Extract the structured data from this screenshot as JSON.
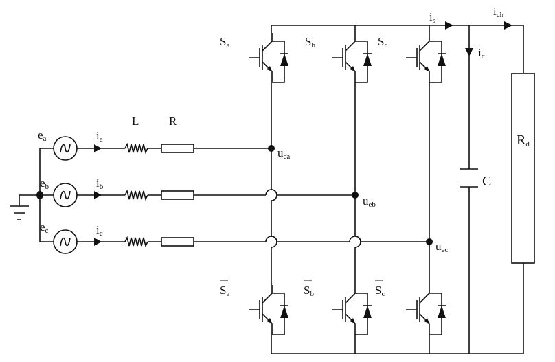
{
  "labels": {
    "Sa": {
      "main": "S",
      "sub": "a"
    },
    "Sb": {
      "main": "S",
      "sub": "b"
    },
    "Sc": {
      "main": "S",
      "sub": "c"
    },
    "Sa_bar": {
      "main": "S",
      "sub": "a"
    },
    "Sb_bar": {
      "main": "S",
      "sub": "b"
    },
    "Sc_bar": {
      "main": "S",
      "sub": "c"
    },
    "is": {
      "main": "i",
      "sub": "s"
    },
    "ich": {
      "main": "i",
      "sub": "ch"
    },
    "ic_cap": {
      "main": "i",
      "sub": "c"
    },
    "ea": {
      "main": "e",
      "sub": "a"
    },
    "eb": {
      "main": "e",
      "sub": "b"
    },
    "ec": {
      "main": "e",
      "sub": "c"
    },
    "ia": {
      "main": "i",
      "sub": "a"
    },
    "ib": {
      "main": "i",
      "sub": "b"
    },
    "ic": {
      "main": "i",
      "sub": "c"
    },
    "L": "L",
    "R": "R",
    "uea": {
      "main": "u",
      "sub": "ea"
    },
    "ueb": {
      "main": "u",
      "sub": "eb"
    },
    "uec": {
      "main": "u",
      "sub": "ec"
    },
    "C": "C",
    "Rd": {
      "main": "R",
      "sub": "d"
    }
  },
  "icons": {
    "source": "ac-voltage-source",
    "ground": "ground",
    "switch": "igbt-with-diode"
  }
}
